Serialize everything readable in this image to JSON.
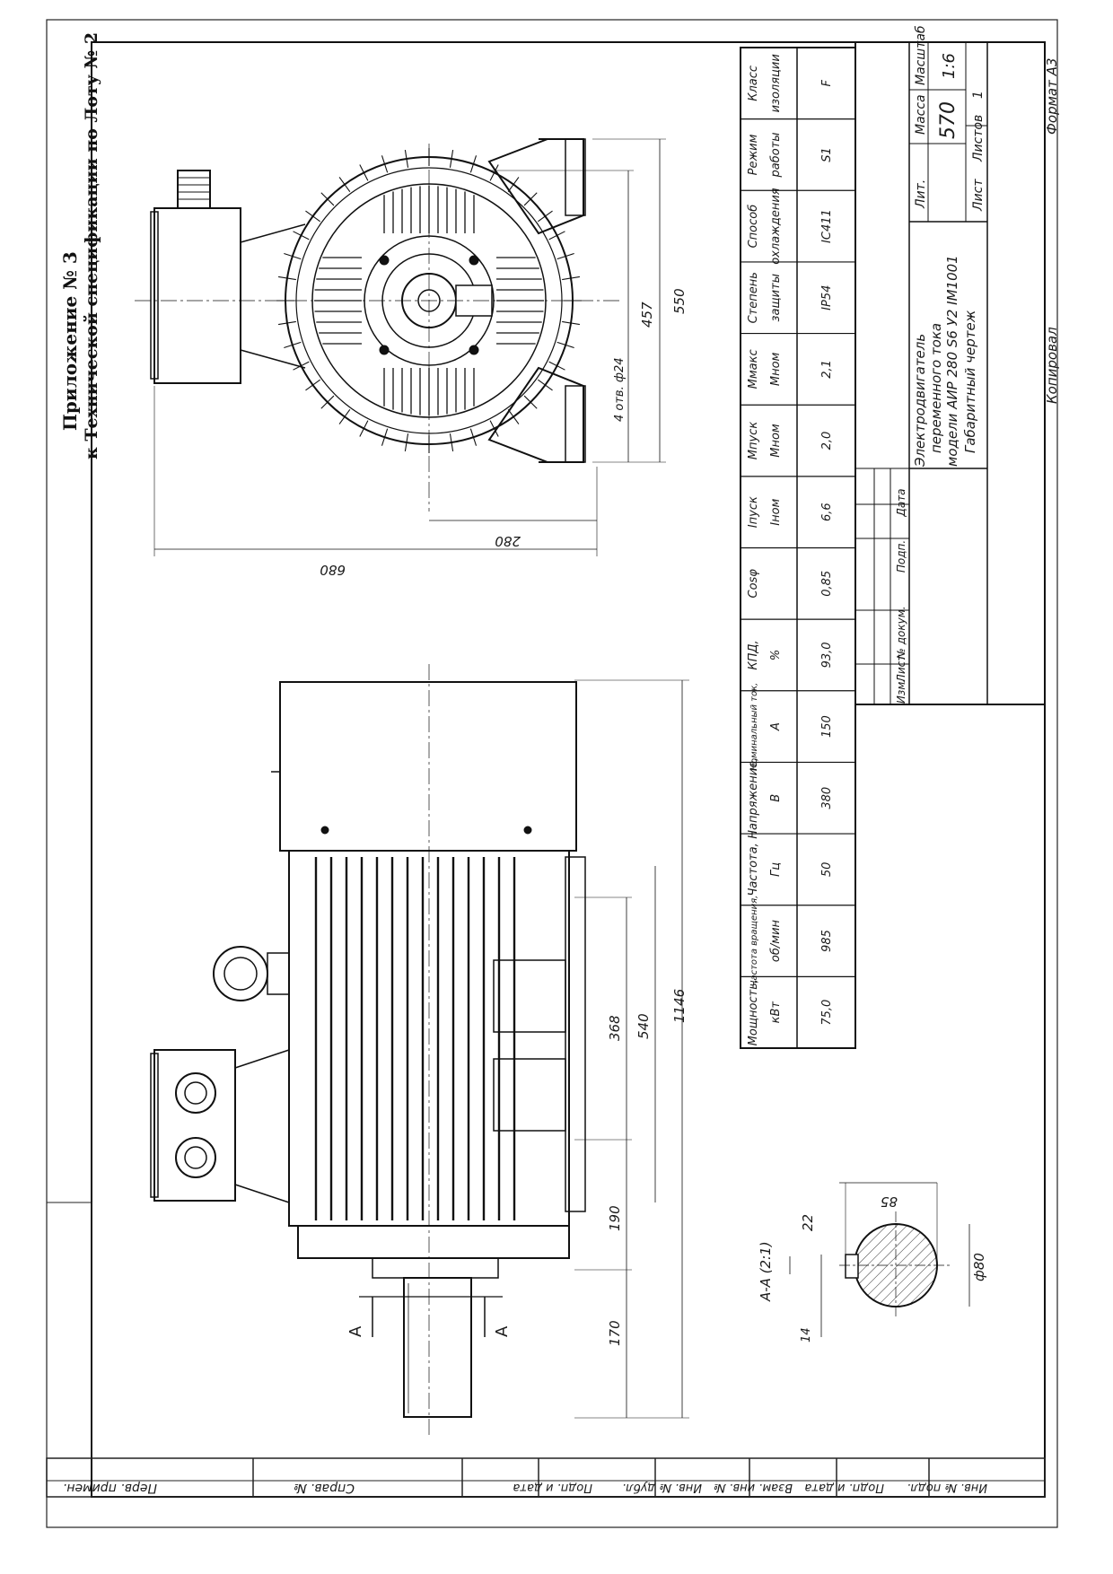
{
  "header": {
    "line1": "Приложение № 3",
    "line2": "к Технической спецификации по Лоту № 2"
  },
  "spec_table": {
    "headers": [
      [
        "Мощность,",
        "кВт"
      ],
      [
        "Частота вращения,",
        "об/мин"
      ],
      [
        "Частота,",
        "Гц"
      ],
      [
        "Напряжение,",
        "В"
      ],
      [
        "Номинальный ток,",
        "А"
      ],
      [
        "КПД,",
        "%"
      ],
      [
        "Cosφ",
        ""
      ],
      [
        "Iпуск",
        "Iном"
      ],
      [
        "Мпуск",
        "Мном"
      ],
      [
        "Ммакс",
        "Мном"
      ],
      [
        "Степень",
        "защиты"
      ],
      [
        "Способ",
        "охлаждения"
      ],
      [
        "Режим",
        "работы"
      ],
      [
        "Класс",
        "изоляции"
      ]
    ],
    "values": [
      "75,0",
      "985",
      "50",
      "380",
      "150",
      "93,0",
      "0,85",
      "6,6",
      "2,0",
      "2,1",
      "IP54",
      "IC411",
      "S1",
      "F"
    ]
  },
  "title_block": {
    "name_lines": [
      "Электродвигатель",
      "переменного тока",
      "модели АИР 280 S6 У2 IM1001",
      "Габаритный чертеж"
    ],
    "lit_label": "Лит.",
    "mass_label": "Масса",
    "scale_label": "Масштаб",
    "mass_value": "570",
    "scale_value": "1:6",
    "sheet_label": "Лист",
    "sheets_label": "Листов",
    "sheets_value": "1",
    "rev_headers": [
      "Изм.",
      "Лист",
      "№ докум.",
      "Подп.",
      "Дата"
    ],
    "copied": "Копировал",
    "format": "Формат А3"
  },
  "side_stamp": {
    "bottom_row": [
      "Перв. примен.",
      "Справ. №"
    ],
    "left_col": [
      "Подп. и дата",
      "Инв. № дубл.",
      "Взам. инв. №",
      "Подп. и дата",
      "Инв. № подл."
    ]
  },
  "dimensions": {
    "front": [
      "680",
      "280",
      "457",
      "550",
      "4 отв. ф24"
    ],
    "side": [
      "1146",
      "540",
      "368",
      "190",
      "170"
    ],
    "section_title": "А-А (2:1)",
    "section": [
      "85",
      "22",
      "ф80",
      "14"
    ],
    "cut_mark": "А"
  }
}
